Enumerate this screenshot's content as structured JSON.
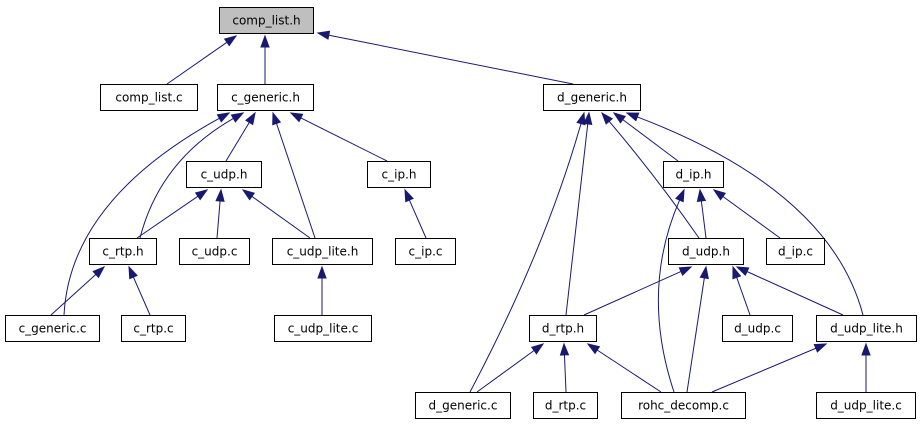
{
  "graph": {
    "nodes": [
      {
        "id": "comp_list_h",
        "label": "comp_list.h",
        "root": true
      },
      {
        "id": "comp_list_c",
        "label": "comp_list.c"
      },
      {
        "id": "c_generic_h",
        "label": "c_generic.h"
      },
      {
        "id": "d_generic_h",
        "label": "d_generic.h"
      },
      {
        "id": "c_udp_h",
        "label": "c_udp.h"
      },
      {
        "id": "c_ip_h",
        "label": "c_ip.h"
      },
      {
        "id": "c_rtp_h",
        "label": "c_rtp.h"
      },
      {
        "id": "c_udp_c",
        "label": "c_udp.c"
      },
      {
        "id": "c_udp_lite_h",
        "label": "c_udp_lite.h"
      },
      {
        "id": "c_ip_c",
        "label": "c_ip.c"
      },
      {
        "id": "c_generic_c",
        "label": "c_generic.c"
      },
      {
        "id": "c_rtp_c",
        "label": "c_rtp.c"
      },
      {
        "id": "c_udp_lite_c",
        "label": "c_udp_lite.c"
      },
      {
        "id": "d_ip_h",
        "label": "d_ip.h"
      },
      {
        "id": "d_udp_h",
        "label": "d_udp.h"
      },
      {
        "id": "d_ip_c",
        "label": "d_ip.c"
      },
      {
        "id": "d_rtp_h",
        "label": "d_rtp.h"
      },
      {
        "id": "d_udp_c",
        "label": "d_udp.c"
      },
      {
        "id": "d_udp_lite_h",
        "label": "d_udp_lite.h"
      },
      {
        "id": "d_generic_c",
        "label": "d_generic.c"
      },
      {
        "id": "d_rtp_c",
        "label": "d_rtp.c"
      },
      {
        "id": "rohc_decomp_c",
        "label": "rohc_decomp.c"
      },
      {
        "id": "d_udp_lite_c",
        "label": "d_udp_lite.c"
      }
    ],
    "edges": [
      {
        "from": "comp_list_c",
        "to": "comp_list_h"
      },
      {
        "from": "c_generic_h",
        "to": "comp_list_h"
      },
      {
        "from": "d_generic_h",
        "to": "comp_list_h"
      },
      {
        "from": "c_udp_h",
        "to": "c_generic_h"
      },
      {
        "from": "c_ip_h",
        "to": "c_generic_h"
      },
      {
        "from": "c_rtp_h",
        "to": "c_generic_h"
      },
      {
        "from": "c_udp_lite_h",
        "to": "c_generic_h"
      },
      {
        "from": "c_generic_c",
        "to": "c_generic_h"
      },
      {
        "from": "c_rtp_h",
        "to": "c_udp_h"
      },
      {
        "from": "c_udp_c",
        "to": "c_udp_h"
      },
      {
        "from": "c_udp_lite_h",
        "to": "c_udp_h"
      },
      {
        "from": "c_ip_c",
        "to": "c_ip_h"
      },
      {
        "from": "c_generic_c",
        "to": "c_rtp_h"
      },
      {
        "from": "c_rtp_c",
        "to": "c_rtp_h"
      },
      {
        "from": "c_udp_lite_c",
        "to": "c_udp_lite_h"
      },
      {
        "from": "d_ip_h",
        "to": "d_generic_h"
      },
      {
        "from": "d_udp_h",
        "to": "d_generic_h"
      },
      {
        "from": "d_rtp_h",
        "to": "d_generic_h"
      },
      {
        "from": "d_udp_lite_h",
        "to": "d_generic_h"
      },
      {
        "from": "d_generic_c",
        "to": "d_generic_h"
      },
      {
        "from": "d_udp_h",
        "to": "d_ip_h"
      },
      {
        "from": "d_ip_c",
        "to": "d_ip_h"
      },
      {
        "from": "rohc_decomp_c",
        "to": "d_ip_h"
      },
      {
        "from": "d_rtp_h",
        "to": "d_udp_h"
      },
      {
        "from": "d_udp_c",
        "to": "d_udp_h"
      },
      {
        "from": "d_udp_lite_h",
        "to": "d_udp_h"
      },
      {
        "from": "rohc_decomp_c",
        "to": "d_udp_h"
      },
      {
        "from": "d_generic_c",
        "to": "d_rtp_h"
      },
      {
        "from": "d_rtp_c",
        "to": "d_rtp_h"
      },
      {
        "from": "rohc_decomp_c",
        "to": "d_rtp_h"
      },
      {
        "from": "rohc_decomp_c",
        "to": "d_udp_lite_h"
      },
      {
        "from": "d_udp_lite_c",
        "to": "d_udp_lite_h"
      }
    ]
  },
  "colors": {
    "edge": "#191970",
    "root_fill": "#bfbfbf",
    "node_fill": "#ffffff",
    "border": "#000000"
  }
}
